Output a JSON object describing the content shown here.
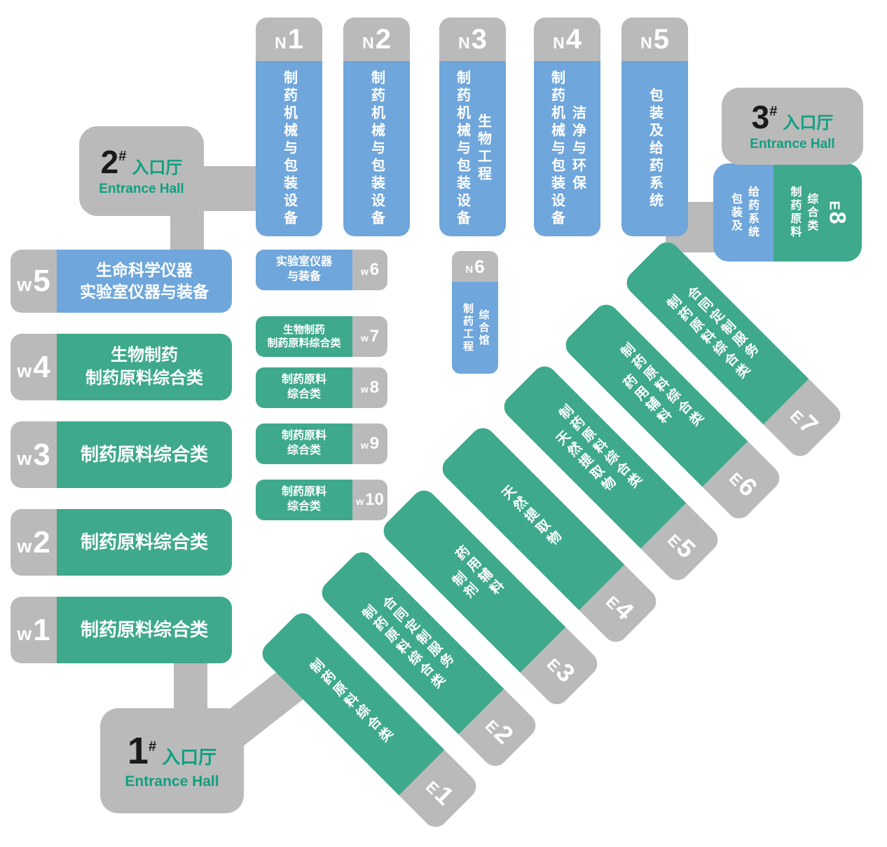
{
  "colors": {
    "gray": "#bababa",
    "blue": "#6fa6db",
    "green": "#3ea98c",
    "entrance_green": "#0fa080",
    "number_dark": "#1a1a1a"
  },
  "north_halls": [
    {
      "letter": "N",
      "num": "1",
      "lines": [
        "制药机械与包装设备"
      ]
    },
    {
      "letter": "N",
      "num": "2",
      "lines": [
        "制药机械与包装设备"
      ]
    },
    {
      "letter": "N",
      "num": "3",
      "lines": [
        "制药机械与包装设备",
        "生物工程"
      ]
    },
    {
      "letter": "N",
      "num": "4",
      "lines": [
        "制药机械与包装设备",
        "洁净与环保"
      ]
    },
    {
      "letter": "N",
      "num": "5",
      "lines": [
        "包装及给药系统"
      ]
    }
  ],
  "hall_n6": {
    "letter": "N",
    "num": "6",
    "lines": [
      "制药工程",
      "综合馆"
    ]
  },
  "west_halls": [
    {
      "letter": "w",
      "num": "5",
      "lines": [
        "生命科学仪器",
        "实验室仪器与装备"
      ]
    },
    {
      "letter": "w",
      "num": "4",
      "lines": [
        "生物制药",
        "制药原料综合类"
      ]
    },
    {
      "letter": "w",
      "num": "3",
      "lines": [
        "制药原料综合类"
      ]
    },
    {
      "letter": "w",
      "num": "2",
      "lines": [
        "制药原料综合类"
      ]
    },
    {
      "letter": "w",
      "num": "1",
      "lines": [
        "制药原料综合类"
      ]
    }
  ],
  "west_small_halls": [
    {
      "letter": "w",
      "num": "6",
      "lines": [
        "实验室仪器",
        "与装备"
      ]
    },
    {
      "letter": "w",
      "num": "7",
      "lines": [
        "生物制药",
        "制药原料综合类"
      ]
    },
    {
      "letter": "w",
      "num": "8",
      "lines": [
        "制药原料",
        "综合类"
      ]
    },
    {
      "letter": "w",
      "num": "9",
      "lines": [
        "制药原料",
        "综合类"
      ]
    },
    {
      "letter": "w",
      "num": "10",
      "lines": [
        "制药原料",
        "综合类"
      ]
    }
  ],
  "east_halls": [
    {
      "letter": "E",
      "num": "1",
      "lines": [
        "制药原料综合类"
      ]
    },
    {
      "letter": "E",
      "num": "2",
      "lines": [
        "合同定制服务",
        "制药原料综合类"
      ]
    },
    {
      "letter": "E",
      "num": "3",
      "lines": [
        "药用辅料",
        "制剂"
      ]
    },
    {
      "letter": "E",
      "num": "4",
      "lines": [
        "天然提取物"
      ]
    },
    {
      "letter": "E",
      "num": "5",
      "lines": [
        "制药原料综合类",
        "天然提取物"
      ]
    },
    {
      "letter": "E",
      "num": "6",
      "lines": [
        "制药原料综合类",
        "药用辅料"
      ]
    },
    {
      "letter": "E",
      "num": "7",
      "lines": [
        "合同定制服务",
        "制药原料综合类"
      ]
    }
  ],
  "e8_block": {
    "blue_lines": [
      "包装及",
      "给药系统"
    ],
    "green": {
      "letter": "E",
      "num": "8",
      "lines": [
        "制药原料",
        "综合类"
      ]
    }
  },
  "entrances": [
    {
      "num": "1",
      "hash": "#",
      "label_cn": "入口厅",
      "label_en": "Entrance Hall"
    },
    {
      "num": "2",
      "hash": "#",
      "label_cn": "入口厅",
      "label_en": "Entrance Hall"
    },
    {
      "num": "3",
      "hash": "#",
      "label_cn": "入口厅",
      "label_en": "Entrance Hall"
    }
  ]
}
